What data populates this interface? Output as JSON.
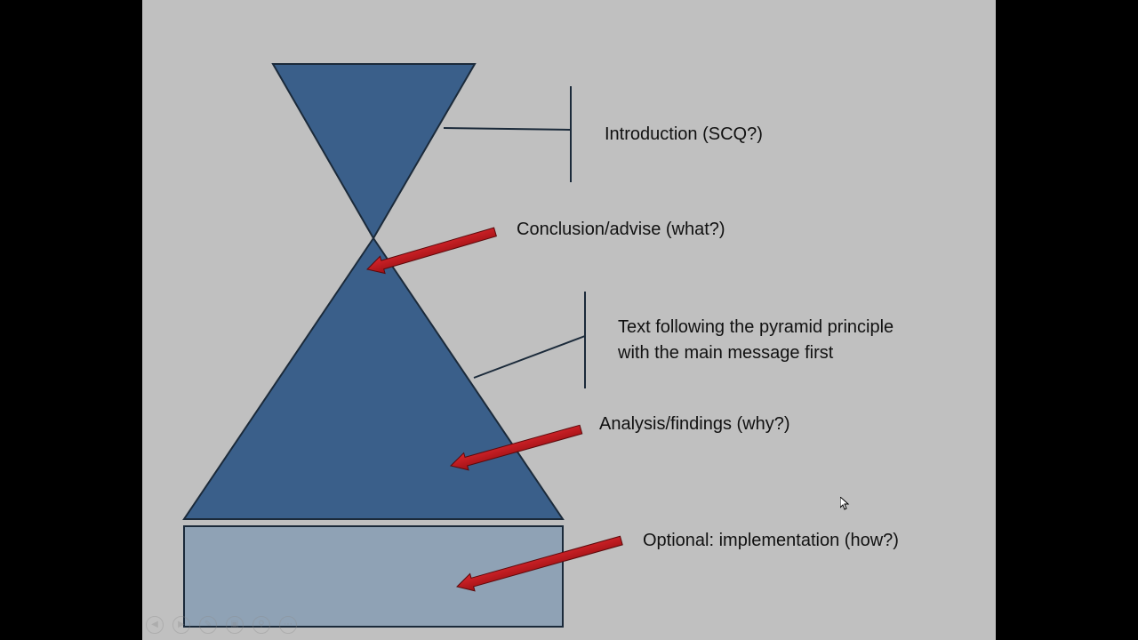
{
  "diagram": {
    "labels": {
      "introduction": "Introduction (SCQ?)",
      "conclusion": "Conclusion/advise (what?)",
      "text_line1": "Text following the pyramid principle",
      "text_line2": "with the main message first",
      "analysis": "Analysis/findings (why?)",
      "optional": "Optional: implementation (how?)"
    },
    "colors": {
      "background": "#c0c0c0",
      "triangle_fill": "#3a5f8a",
      "rectangle_fill": "#8fa2b5",
      "arrow_fill": "#c0161c",
      "outline": "#1b2a3a"
    }
  },
  "slideshow_controls": {
    "icons": [
      "previous-icon",
      "next-icon",
      "pen-icon",
      "slides-icon",
      "zoom-icon",
      "more-icon"
    ]
  }
}
